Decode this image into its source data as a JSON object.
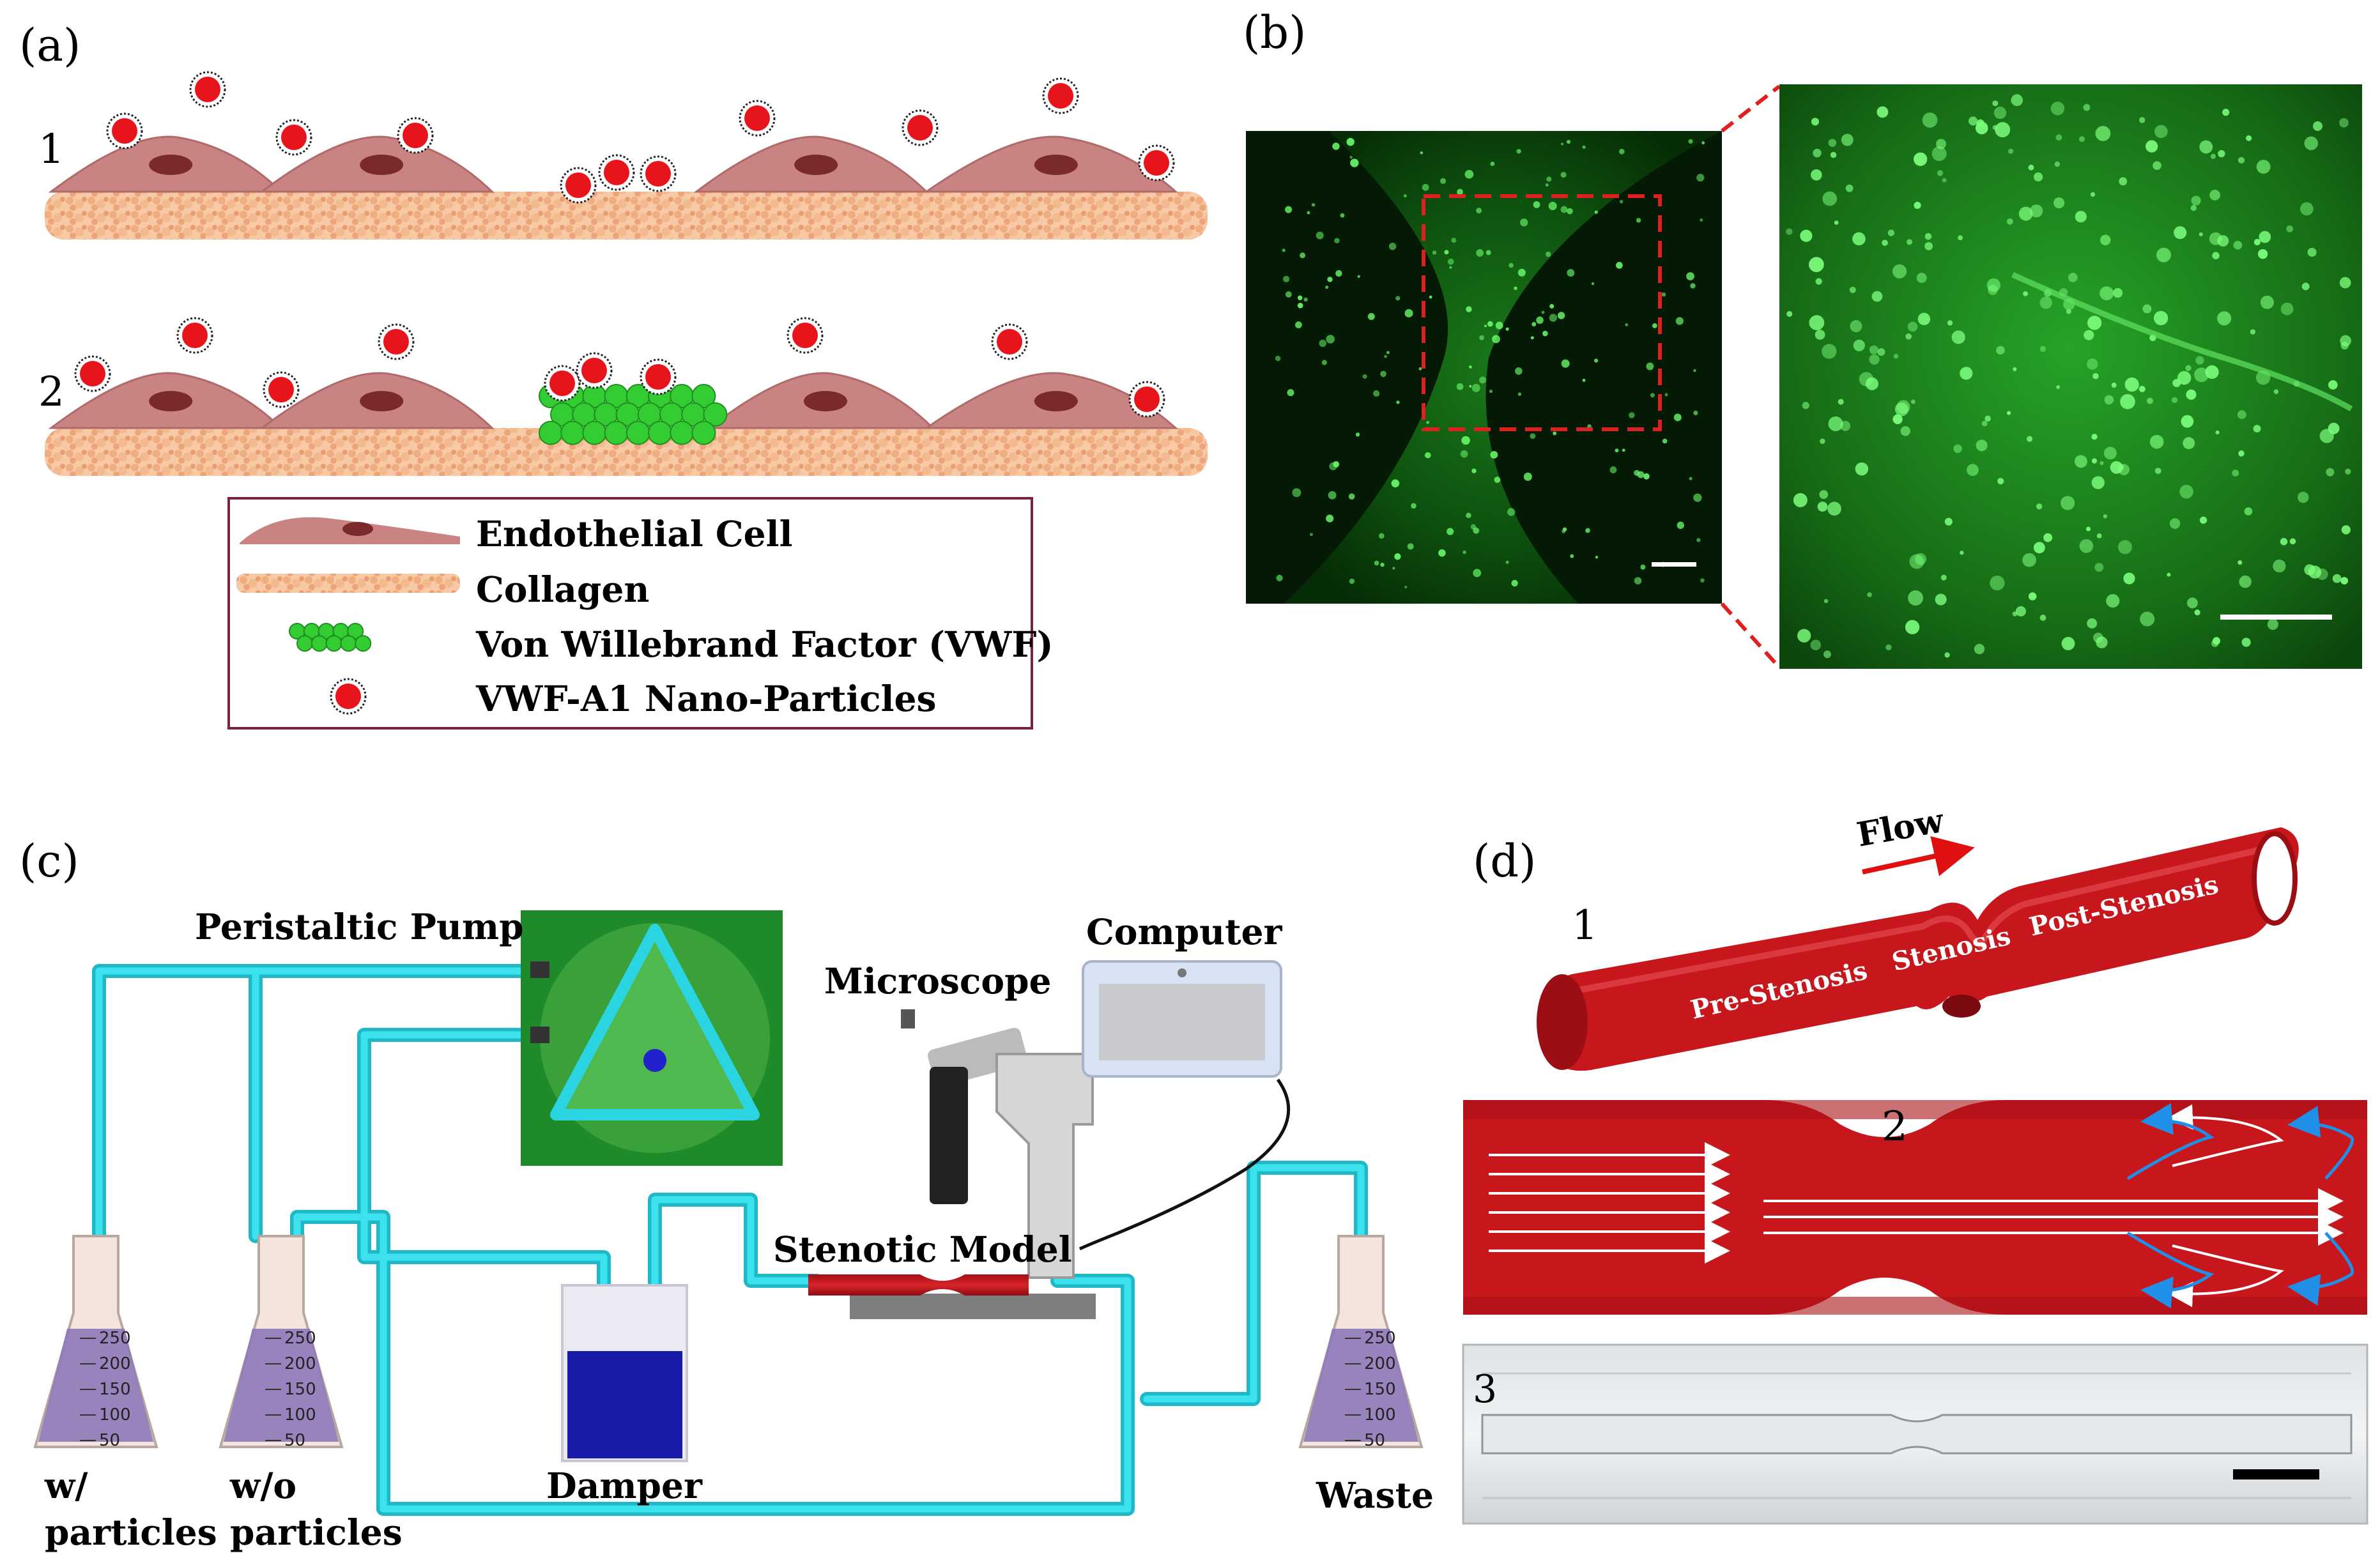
{
  "panels": {
    "a": {
      "label": "(a)",
      "row1": "1",
      "row2": "2",
      "legend": {
        "endothelial_cell": "Endothelial Cell",
        "collagen": "Collagen",
        "vwf": "Von Willebrand Factor (VWF)",
        "nanoparticles": "VWF-A1 Nano-Particles"
      }
    },
    "b": {
      "label": "(b)"
    },
    "c": {
      "label": "(c)",
      "pump": "Peristaltic Pump",
      "microscope": "Microscope",
      "computer": "Computer",
      "stenotic_model": "Stenotic Model",
      "damper": "Damper",
      "flask_with_1": "w/",
      "flask_with_2": "particles",
      "flask_without_1": "w/o",
      "flask_without_2": "particles",
      "waste": "Waste",
      "flask_marks": [
        "250",
        "200",
        "150",
        "100",
        "50"
      ]
    },
    "d": {
      "label": "(d)",
      "num1": "1",
      "num2": "2",
      "num3": "3",
      "flow": "Flow",
      "pre": "Pre-Stenosis",
      "stenosis": "Stenosis",
      "post": "Post-Stenosis"
    }
  },
  "colors": {
    "vessel_red": "#c8161d",
    "tubing_cyan": "#2ad4e0",
    "cell_pink": "#c98383",
    "collagen_orange": "#f4b789",
    "vwf_green": "#33cc33",
    "particle_red": "#e8141c",
    "pump_green": "#1f8a2a",
    "fluid_purple": "#8e78b8",
    "damper_blue": "#1a1aa8",
    "legend_border": "#7a2040"
  }
}
